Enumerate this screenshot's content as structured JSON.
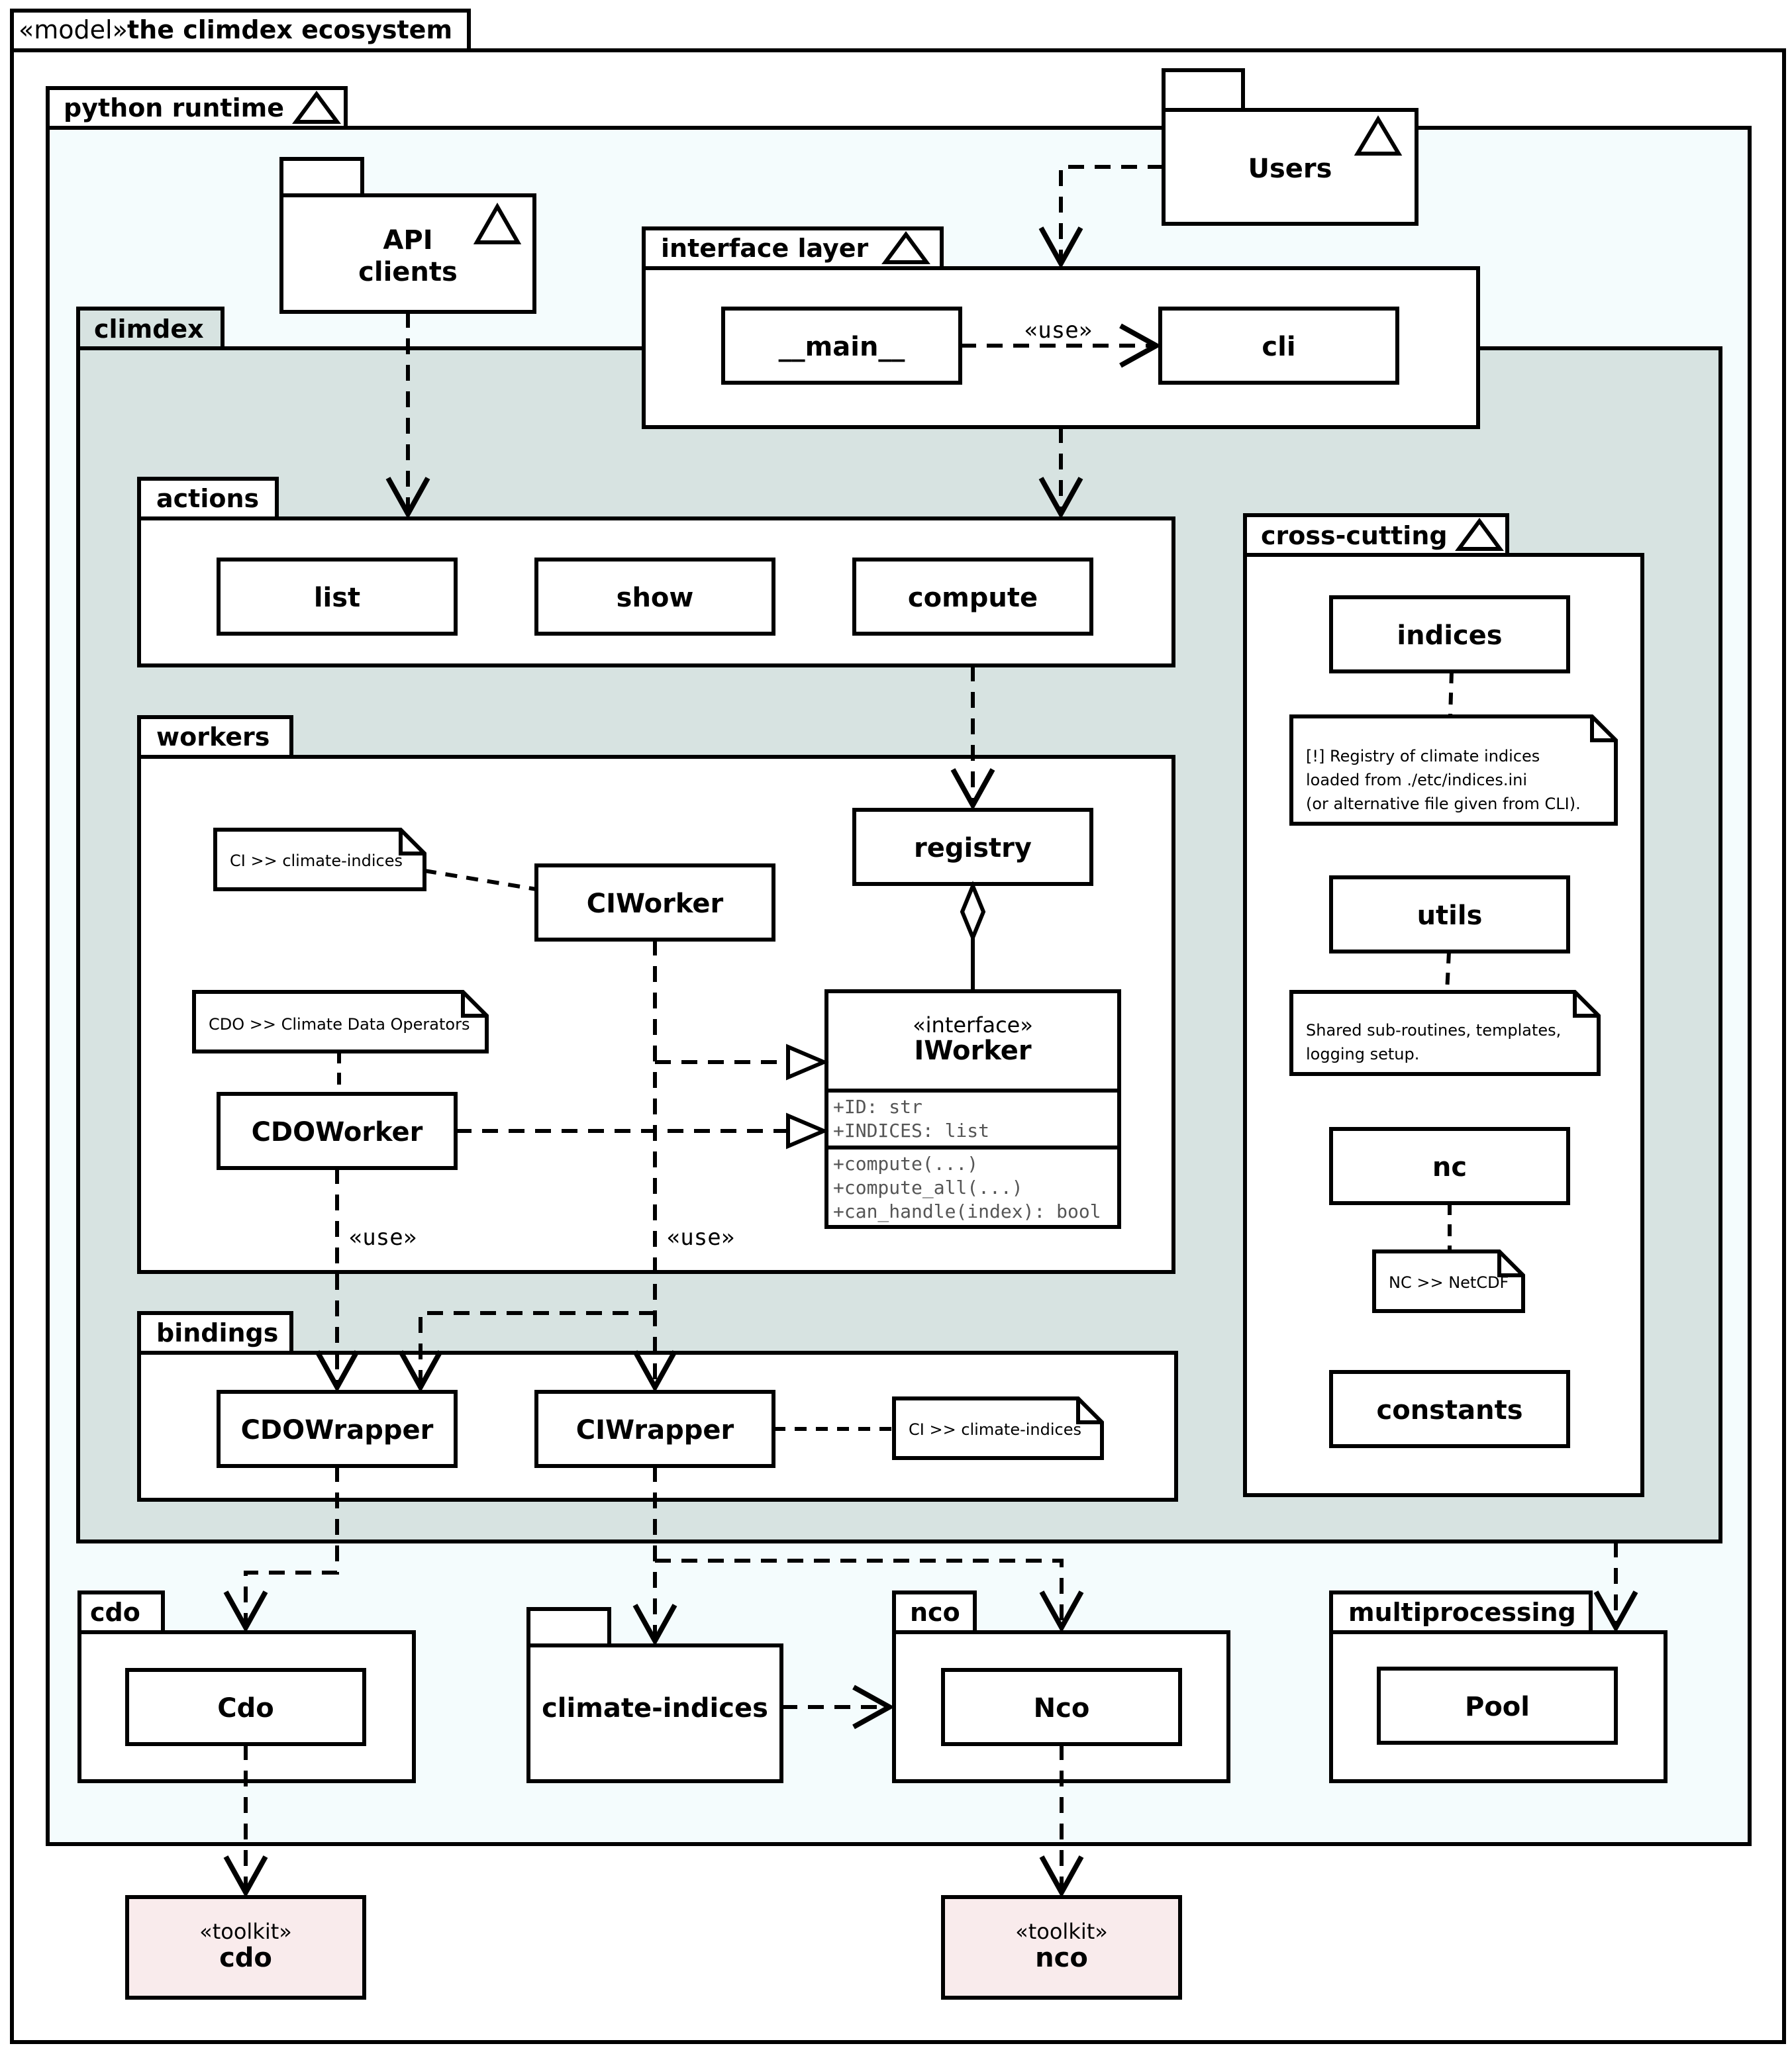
{
  "model": {
    "stereotype": "«model»",
    "name": "the climdex ecosystem"
  },
  "packages": {
    "python_runtime": "python runtime",
    "users": "Users",
    "api_clients": [
      "API",
      "clients"
    ],
    "interface_layer": "interface layer",
    "climdex": "climdex",
    "actions": "actions",
    "workers": "workers",
    "bindings": "bindings",
    "cross_cutting": "cross-cutting",
    "cdo": "cdo",
    "climate_indices": "climate-indices",
    "nco": "nco",
    "multiprocessing": "multiprocessing"
  },
  "interface_layer": {
    "main": "__main__",
    "cli": "cli",
    "use_label": "«use»"
  },
  "actions": {
    "list": "list",
    "show": "show",
    "compute": "compute"
  },
  "workers": {
    "registry": "registry",
    "ciworker": "CIWorker",
    "cdoworker": "CDOWorker",
    "ci_note": "CI >> climate-indices",
    "cdo_note": "CDO >> Climate Data Operators",
    "iworker": {
      "stereotype": "«interface»",
      "name": "IWorker",
      "attributes": [
        "+ID: str",
        "+INDICES: list"
      ],
      "operations": [
        "+compute(...)",
        "+compute_all(...)",
        "+can_handle(index): bool"
      ]
    },
    "use_label_left": "«use»",
    "use_label_right": "«use»"
  },
  "bindings": {
    "cdowrapper": "CDOWrapper",
    "ciwrapper": "CIWrapper",
    "ci_note": "CI >> climate-indices"
  },
  "cross_cutting": {
    "indices": "indices",
    "indices_note": [
      "[!] Registry of climate indices",
      "loaded from ./etc/indices.ini",
      "(or alternative file given from CLI)."
    ],
    "utils": "utils",
    "utils_note": [
      "Shared sub-routines, templates,",
      "logging setup."
    ],
    "nc": "nc",
    "nc_note": "NC >> NetCDF",
    "constants": "constants"
  },
  "externals": {
    "cdo_class": "Cdo",
    "nco_class": "Nco",
    "pool_class": "Pool"
  },
  "toolkits": {
    "cdo": {
      "stereotype": "«toolkit»",
      "name": "cdo"
    },
    "nco": {
      "stereotype": "«toolkit»",
      "name": "nco"
    }
  },
  "colors": {
    "python_runtime_fill": "#f4fcfd",
    "climdex_fill": "#d7e3e1",
    "toolkit_fill": "#f9ebec",
    "line": "#000000"
  }
}
